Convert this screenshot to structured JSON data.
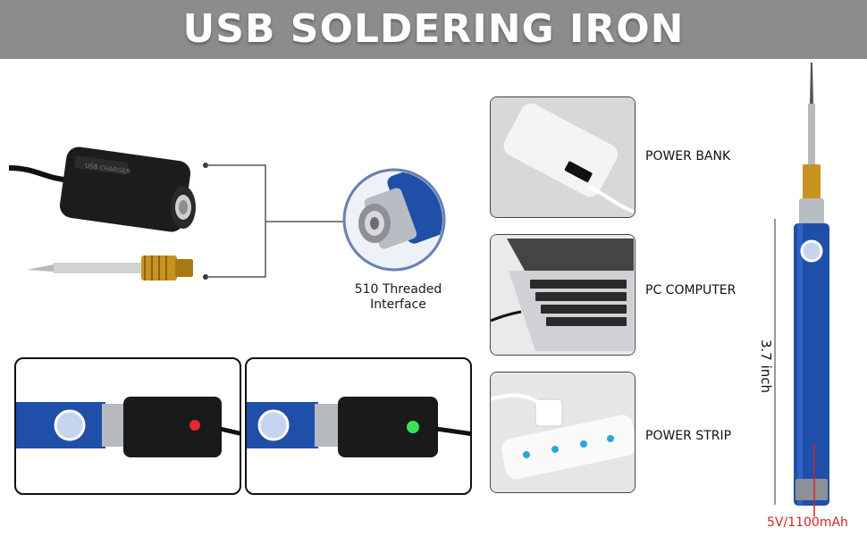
{
  "banner": {
    "title": "USB SOLDERING IRON"
  },
  "interface": {
    "caption_line1": "510 Threaded",
    "caption_line2": "Interface"
  },
  "power_sources": [
    {
      "label": "POWER BANK"
    },
    {
      "label": "PC COMPUTER"
    },
    {
      "label": "POWER STRIP"
    }
  ],
  "charging_indicators": [
    {
      "state": "charging",
      "led_color": "#e8262b"
    },
    {
      "state": "charged",
      "led_color": "#3be05a"
    }
  ],
  "iron": {
    "length": "3.7 inch",
    "spec": "5V/1100mAh"
  },
  "colors": {
    "banner": "#8c8c8c",
    "iron_blue": "#1f4fa8",
    "spec_red": "#d3232b"
  }
}
